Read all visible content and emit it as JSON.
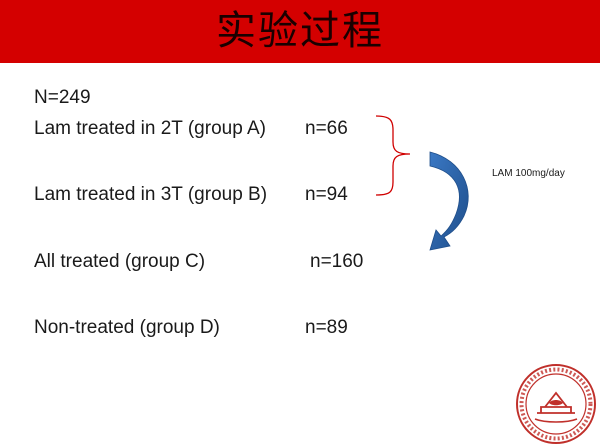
{
  "slide": {
    "title": "实验过程",
    "total": "N=249",
    "groups": [
      {
        "label": "Lam treated in 2T (group A)",
        "n": "n=66"
      },
      {
        "label": "Lam treated in 3T (group B)",
        "n": "n=94"
      },
      {
        "label": "All treated (group C)",
        "n": "n=160"
      },
      {
        "label": "Non-treated (group D)",
        "n": "n=89"
      }
    ],
    "dose_label": "LAM 100mg/day",
    "seal_icon": "university-seal-icon"
  },
  "colors": {
    "title_bar": "#d40000",
    "bracket": "#d00000",
    "arrow_dark": "#1f4e8a",
    "arrow_light": "#3a78c4"
  }
}
